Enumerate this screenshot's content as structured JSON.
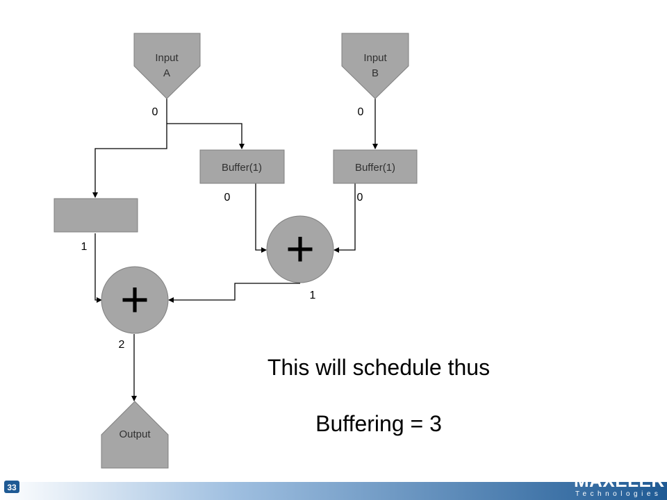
{
  "nodes": {
    "input_a": {
      "line1": "Input",
      "line2": "A"
    },
    "input_b": {
      "line1": "Input",
      "line2": "B"
    },
    "buffer_a": "Buffer(1)",
    "buffer_b": "Buffer(1)",
    "adder_symbol": "+",
    "output": "Output"
  },
  "latencies": {
    "input_a": "0",
    "input_b": "0",
    "buffer_a": "0",
    "buffer_b": "0",
    "unnamed_box": "1",
    "adder_top": "1",
    "adder_bottom": "2"
  },
  "caption": {
    "line1": "This will schedule thus",
    "line2": "Buffering = 3"
  },
  "footer": {
    "slide_number": "33",
    "logo_text": "MAXELER",
    "logo_subtext": "Technologies"
  },
  "colors": {
    "node_fill": "#a6a6a6",
    "node_stroke": "#7f7f7f",
    "footer_blue": "#1f5a94"
  }
}
